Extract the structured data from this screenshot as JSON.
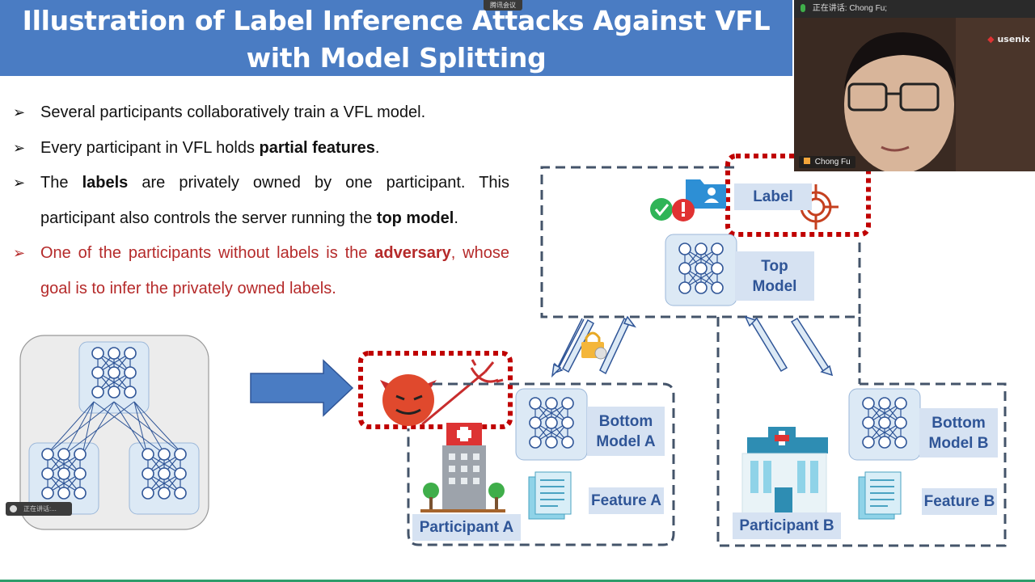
{
  "slide": {
    "title_line1": "Illustration of Label Inference Attacks Against VFL",
    "title_line2": "with Model Splitting",
    "bullets": [
      {
        "parts": [
          {
            "text": "Several participants collaboratively train a VFL model.",
            "bold": false
          }
        ],
        "red": false
      },
      {
        "parts": [
          {
            "text": "Every participant in VFL holds ",
            "bold": false
          },
          {
            "text": "partial features",
            "bold": true
          },
          {
            "text": ".",
            "bold": false
          }
        ],
        "red": false
      },
      {
        "parts": [
          {
            "text": "The ",
            "bold": false
          },
          {
            "text": "labels",
            "bold": true
          },
          {
            "text": " are privately owned by one participant. This participant also controls the server running the ",
            "bold": false
          },
          {
            "text": "top model",
            "bold": true
          },
          {
            "text": ".",
            "bold": false
          }
        ],
        "red": false
      },
      {
        "parts": [
          {
            "text": "One of the participants without labels is the ",
            "bold": false
          },
          {
            "text": "adversary",
            "bold": true
          },
          {
            "text": ", whose goal is to infer the privately owned labels.",
            "bold": false
          }
        ],
        "red": true
      }
    ],
    "arrow_glyph": "➢"
  },
  "diagram": {
    "label": "Label",
    "top_model": "Top Model",
    "bottom_model_a": "Bottom Model A",
    "bottom_model_b": "Bottom Model B",
    "feature_a": "Feature A",
    "feature_b": "Feature B",
    "participant_a": "Participant A",
    "participant_b": "Participant B"
  },
  "video": {
    "header": "正在讲话: Chong Fu;",
    "name": "Chong Fu",
    "logo": "usenix"
  },
  "app": {
    "window_tab": "腾讯会议",
    "toast": "正在讲话:..."
  },
  "colors": {
    "title_bg": "#4a7cc3",
    "accent_red": "#c00000",
    "label_bg": "#d6e2f2",
    "label_text": "#2f5597",
    "dashed_box": "#44546a"
  }
}
